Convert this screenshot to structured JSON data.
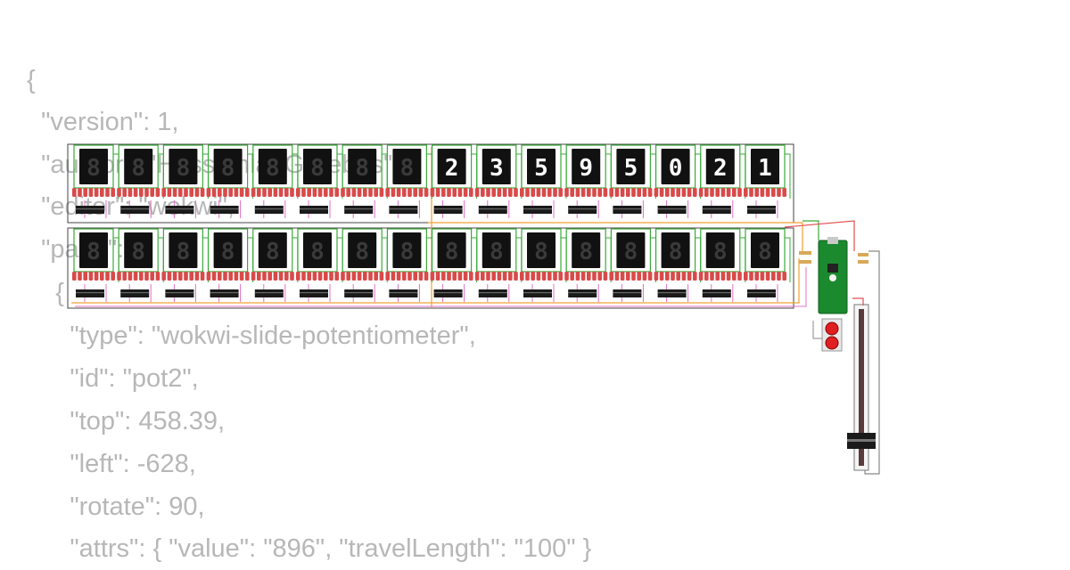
{
  "json_lines": [
    "{",
    "  \"version\": 1,",
    "  \"author\": \"Hosseinlat Garebes\",",
    "  \"editor\": \"wokwi\",",
    "  \"parts\": [",
    "    {",
    "      \"type\": \"wokwi-slide-potentiometer\",",
    "      \"id\": \"pot2\",",
    "      \"top\": 458.39,",
    "      \"left\": -628,",
    "      \"rotate\": 90,",
    "      \"attrs\": { \"value\": \"896\", \"travelLength\": \"100\" }"
  ],
  "display": {
    "top_row_digits": [
      "8",
      "8",
      "8",
      "8",
      "8",
      "8",
      "8",
      "8",
      "2",
      "3",
      "5",
      "9",
      "5",
      "0",
      "2",
      "1"
    ],
    "bottom_row_digits": [
      "8",
      "8",
      "8",
      "8",
      "8",
      "8",
      "8",
      "8",
      "8",
      "8",
      "8",
      "8",
      "8",
      "8",
      "8",
      "8"
    ]
  },
  "colors": {
    "display_body": "#111111",
    "segment_off": "#3a3a3a",
    "segment_on": "#ffffff",
    "board": "#1b8a2e",
    "resistor": "#d94a4a",
    "wire_green": "#3aaa3a",
    "wire_red": "#e05050",
    "wire_orange": "#f0a030",
    "wire_pink": "#e070c8",
    "button": "#e02020"
  }
}
